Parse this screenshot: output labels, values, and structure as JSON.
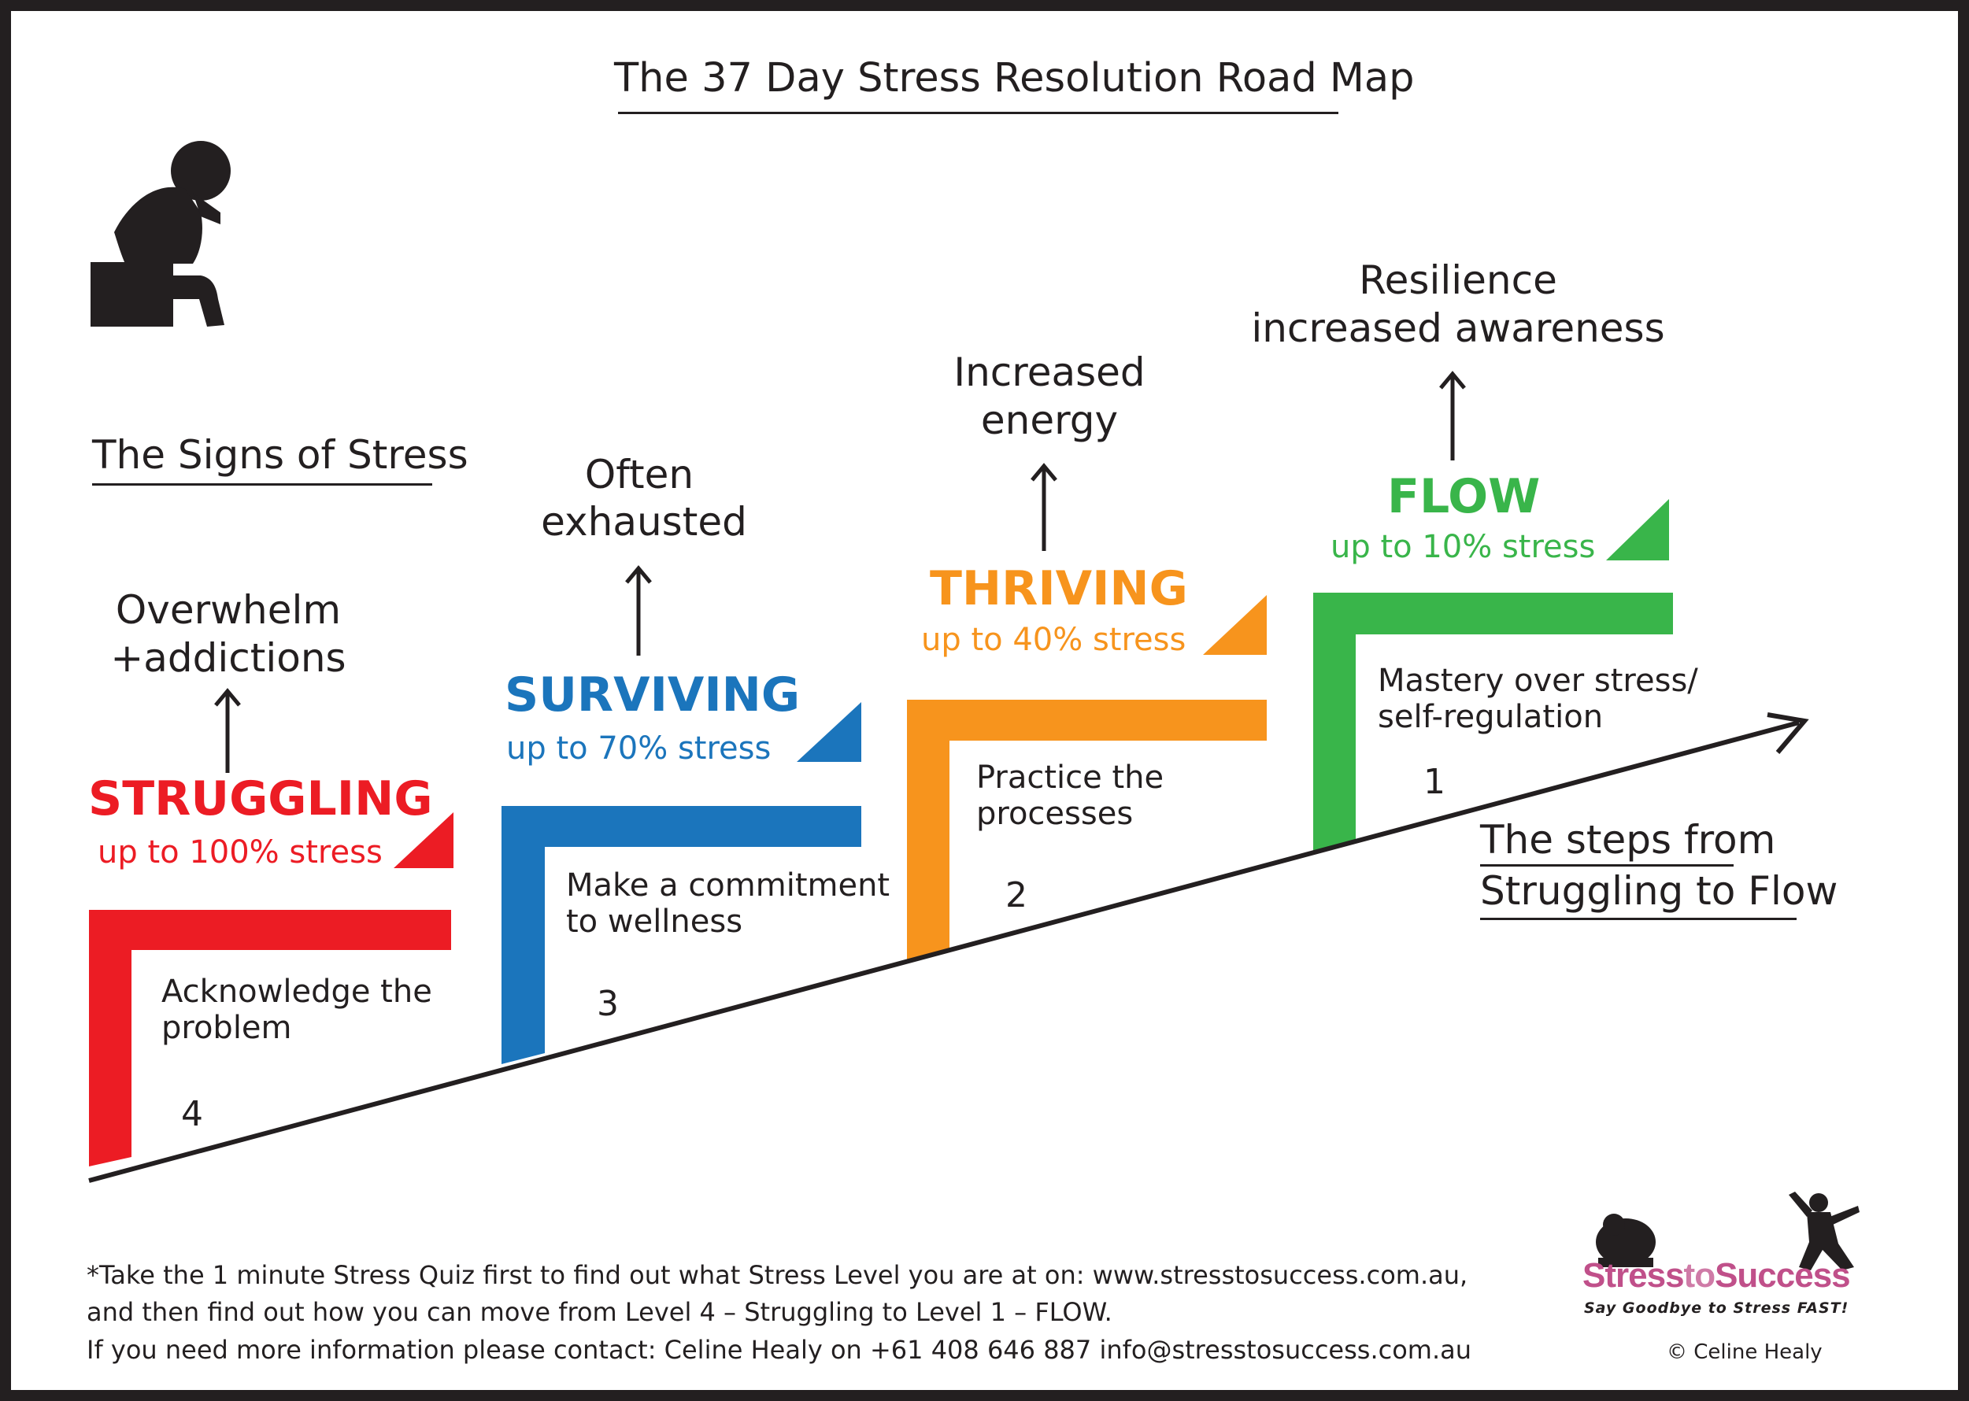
{
  "title": "The 37 Day Stress Resolution Road Map",
  "signs_heading": "The Signs of Stress",
  "steps_heading": {
    "line1": "The steps from",
    "line2": "Struggling to Flow"
  },
  "colors": {
    "struggling": "#ec1c24",
    "surviving": "#1b75bc",
    "thriving": "#f7941d",
    "flow": "#39b54a",
    "ink": "#231f20",
    "logo_pink": "#c0508a"
  },
  "stages": [
    {
      "name": "STRUGGLING",
      "stress": "up to 100% stress",
      "action_line1": "Acknowledge the",
      "action_line2": "problem",
      "level": "4",
      "sign_line1": "Overwhelm",
      "sign_line2": "+addictions",
      "color": "#ec1c24"
    },
    {
      "name": "SURVIVING",
      "stress": "up to 70% stress",
      "action_line1": "Make a commitment",
      "action_line2": "to wellness",
      "level": "3",
      "sign_line1": "Often",
      "sign_line2": "exhausted",
      "color": "#1b75bc"
    },
    {
      "name": "THRIVING",
      "stress": "up to 40% stress",
      "action_line1": "Practice the",
      "action_line2": "processes",
      "level": "2",
      "sign_line1": "Increased",
      "sign_line2": "energy",
      "color": "#f7941d"
    },
    {
      "name": "FLOW",
      "stress": "up to 10% stress",
      "action_line1": "Mastery over stress/",
      "action_line2": "self-regulation",
      "level": "1",
      "sign_line1": "Resilience",
      "sign_line2": "increased awareness",
      "color": "#39b54a"
    }
  ],
  "footer": {
    "line1": "*Take the 1 minute Stress Quiz first to find out what Stress Level you are at on: www.stresstosuccess.com.au,",
    "line2": "and then find out how you can move from Level 4 – Struggling to Level 1 – FLOW.",
    "line3": "If you need more information please contact: Celine Healy on +61 408 646 887   info@stresstosuccess.com.au"
  },
  "logo": {
    "word_stress": "Stress",
    "word_to": "to",
    "word_success": "Success",
    "tagline": "Say Goodbye to Stress FAST!"
  },
  "credit": "Celine Healy",
  "credit_symbol": "©",
  "icons": [
    "stressed-person-icon",
    "logo-crouching-figure-icon",
    "logo-jumping-figure-icon",
    "up-arrow-icon",
    "rising-arrow-icon"
  ]
}
